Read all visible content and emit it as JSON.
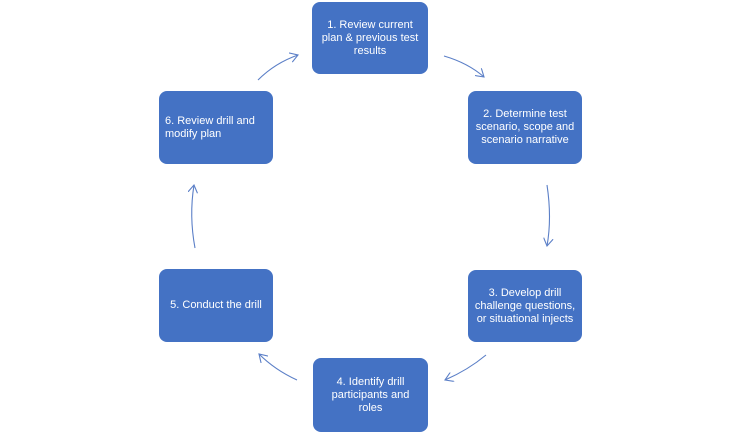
{
  "diagram": {
    "steps": [
      {
        "id": "1",
        "text": "1. Review current plan & previous test results"
      },
      {
        "id": "2",
        "text": "2. Determine test scenario, scope and scenario narrative"
      },
      {
        "id": "3",
        "text": "3.  Develop drill challenge questions, or situational injects"
      },
      {
        "id": "4",
        "text": "4. Identify drill participants and roles"
      },
      {
        "id": "5",
        "text": "5. Conduct the drill"
      },
      {
        "id": "6",
        "text": "6. Review drill and modify plan"
      }
    ],
    "colors": {
      "box_fill": "#4472c4",
      "box_text": "#ffffff",
      "arrow": "#5b7fc7",
      "background": "#ffffff"
    }
  }
}
